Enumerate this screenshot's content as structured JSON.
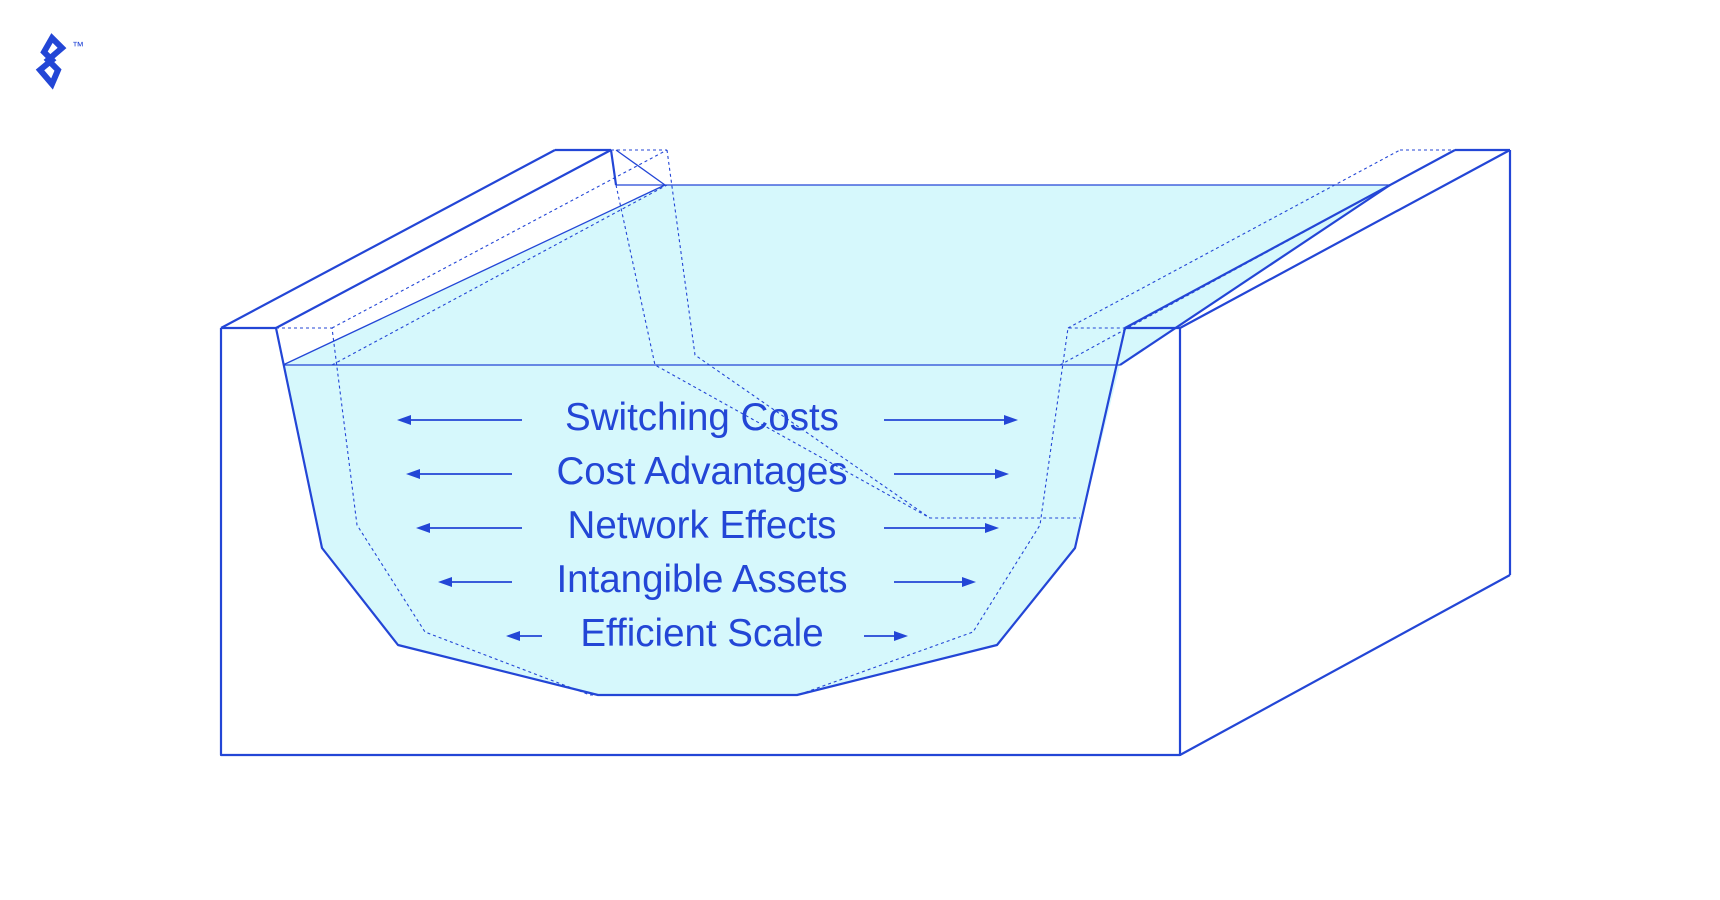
{
  "brand": {
    "logo_icon": "toptal-logo-icon",
    "trademark": "™"
  },
  "moat": {
    "labels": [
      "Switching Costs",
      "Cost Advantages",
      "Network Effects",
      "Intangible Assets",
      "Efficient Scale"
    ]
  },
  "colors": {
    "stroke": "#2346d6",
    "water": "#d6f8fc",
    "background": "#ffffff"
  }
}
